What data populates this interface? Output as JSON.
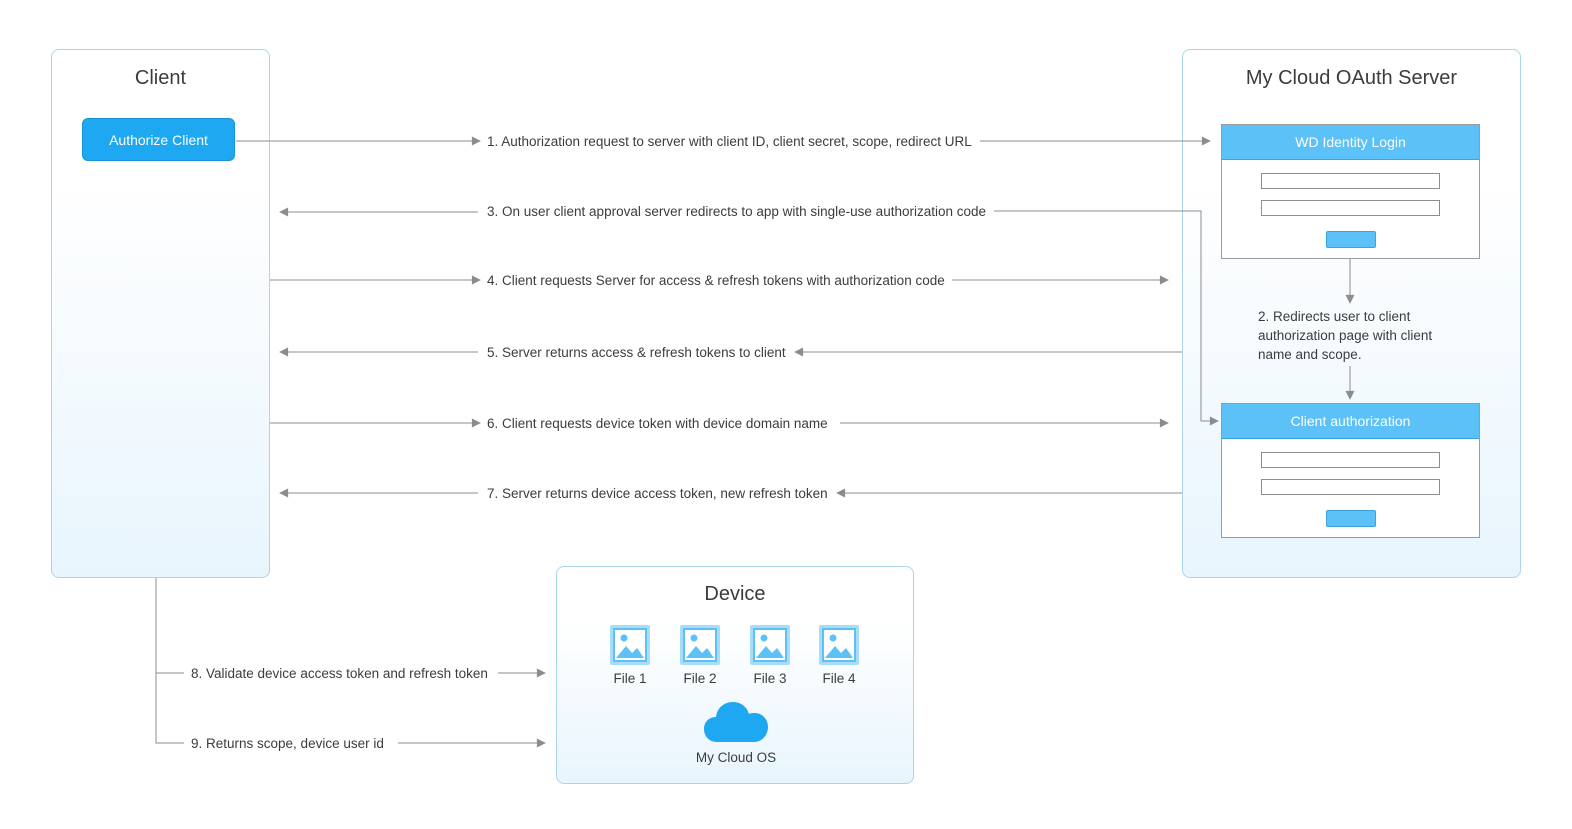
{
  "client": {
    "title": "Client",
    "authorize_button": "Authorize Client"
  },
  "server": {
    "title": "My Cloud OAuth Server",
    "login_card_title": "WD Identity Login",
    "auth_card_title": "Client authorization",
    "redirect_note": "2. Redirects user to client authorization page with client name and scope."
  },
  "device": {
    "title": "Device",
    "files": [
      "File 1",
      "File 2",
      "File 3",
      "File 4"
    ],
    "os_label": "My Cloud OS"
  },
  "messages": {
    "m1": "1. Authorization request to server with client ID, client secret, scope, redirect URL",
    "m3": "3. On user client approval server redirects to app with single-use authorization code",
    "m4": "4. Client requests Server for access & refresh tokens with authorization code",
    "m5": "5. Server returns access & refresh tokens to client",
    "m6": "6. Client requests device token with device domain name",
    "m7": "7. Server returns device access token, new refresh token",
    "m8": "8. Validate device access token and refresh token",
    "m9": "9. Returns scope, device user id"
  },
  "colors": {
    "accent": "#1ea8f2",
    "card_header": "#5bc1f6",
    "panel_border": "#a9d6ee",
    "arrow": "#8c8c8c"
  },
  "icons": {
    "file": "image-file-icon",
    "cloud": "cloud-icon"
  }
}
